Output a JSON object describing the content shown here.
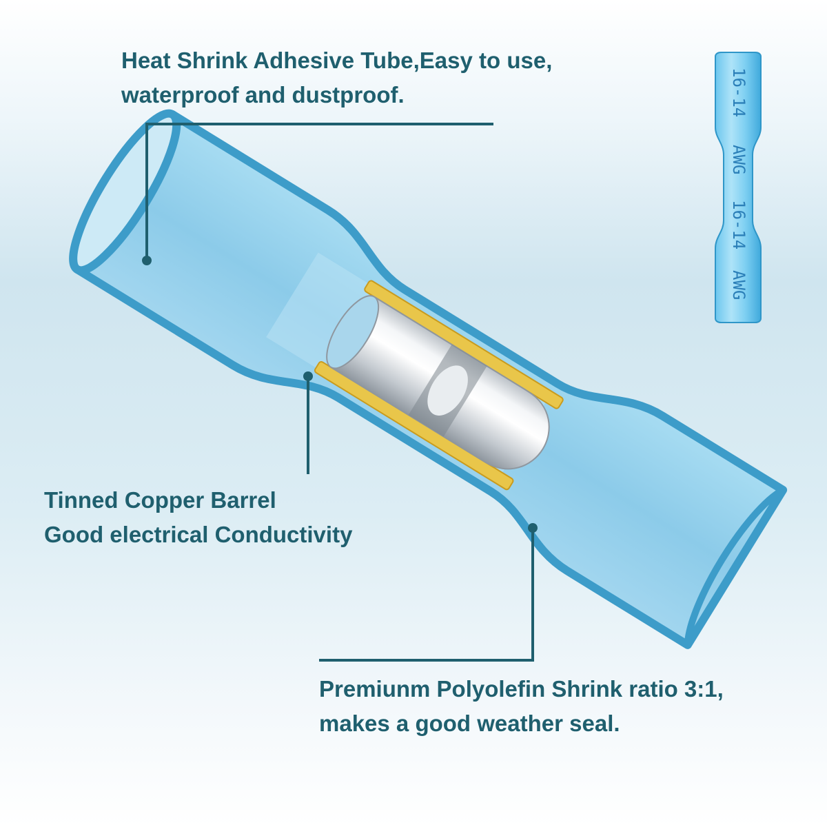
{
  "callouts": {
    "adhesive_tube": {
      "line1": "Heat Shrink Adhesive Tube,Easy to use,",
      "line2": "waterproof and dustproof."
    },
    "copper_barrel": {
      "line1": "Tinned Copper Barrel",
      "line2": "Good electrical Conductivity"
    },
    "polyolefin": {
      "line1": "Premiunm Polyolefin Shrink ratio 3:1,",
      "line2": "makes a good weather seal."
    }
  },
  "product_marking": {
    "gauge": "16-14",
    "unit": "AWG"
  },
  "colors": {
    "text": "#1f5f6e",
    "leader": "#1f5f6e",
    "tube": "#7fc3e6",
    "tube_edge": "#3d9cc9",
    "solder_band": "#e9c64a",
    "metal": "#d7dbdf"
  }
}
